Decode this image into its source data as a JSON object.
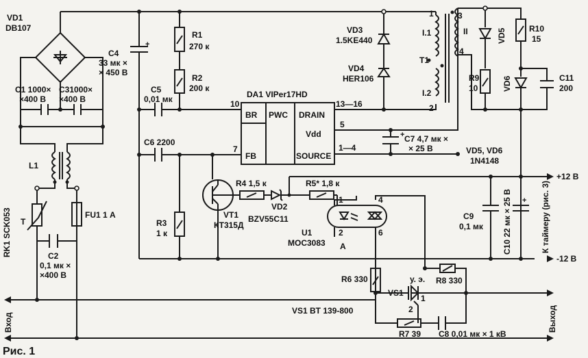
{
  "caption": "Рис. 1",
  "labels": {
    "vd1": "VD1",
    "vd1v": "DB107",
    "c4": "C4",
    "c4a": "33 мк ×",
    "c4b": "× 450 В",
    "c1": "C1 1000×",
    "c1b": "×400 В",
    "c3": "C31000×",
    "c3b": "×400 В",
    "r1": "R1",
    "r1v": "270 к",
    "r2": "R2",
    "r2v": "200 к",
    "c5": "C5",
    "c5v": "0,01 мк",
    "c6": "C6 2200",
    "r3": "R3",
    "r3v": "1 к",
    "l1": "L1",
    "rk1": "RK1 SCK053",
    "t": "T",
    "fu1": "FU1 1 А",
    "c2": "C2",
    "c2a": "0,1 мк ×",
    "c2b": "×400 В",
    "vd3": "VD3",
    "vd3v": "1.5KE440",
    "vd4": "VD4",
    "vd4v": "HER106",
    "da1": "DA1 VIPer17HD",
    "br": "BR",
    "pwc": "PWC",
    "drain": "DRAIN",
    "vdd": "Vdd",
    "fb": "FB",
    "source": "SOURCE",
    "p10": "10",
    "p7": "7",
    "p1316": "13—16",
    "p5": "5",
    "p14": "1—4",
    "t1": "T1",
    "wi1": "I.1",
    "wi2": "I.2",
    "wii": "II",
    "n1": "1",
    "n2": "2",
    "n3": "3",
    "n4": "4",
    "vd5": "VD5",
    "vd6": "VD6",
    "r9": "R9",
    "r9v": "10",
    "r10": "R10",
    "r10v": "15",
    "c11": "C11",
    "c11v": "200",
    "c7": "C7 4,7 мк ×",
    "c7b": "× 25 В",
    "vd56": "VD5, VD6",
    "vd56v": "1N4148",
    "vt1": "VT1",
    "vt1v": "КТ315Д",
    "r4": "R4 1,5 к",
    "vd2": "VD2",
    "vd2v": "BZV55C11",
    "r5": "R5* 1,8 к",
    "u1": "U1",
    "u1v": "MOC3083",
    "xa": "A",
    "u1p1": "1",
    "u1p2": "2",
    "u1p4": "4",
    "u1p6": "6",
    "c9": "C9",
    "c9v": "0,1 мк",
    "c10": "C10 22 мк × 25 В",
    "timer": "К таймеру (рис. 3)",
    "p12": "+12 В",
    "m12": "-12 В",
    "r6": "R6 330",
    "r8": "R8 330",
    "ue": "у. э.",
    "vs1": "VS1",
    "vs1v": "VS1 BT 139-800",
    "vs2": "2",
    "vs1p": "1",
    "r7": "R7 39",
    "c8": "C8 0,01 мк × 1 кВ",
    "vhod": "Вход",
    "vyhod": "Выход"
  }
}
